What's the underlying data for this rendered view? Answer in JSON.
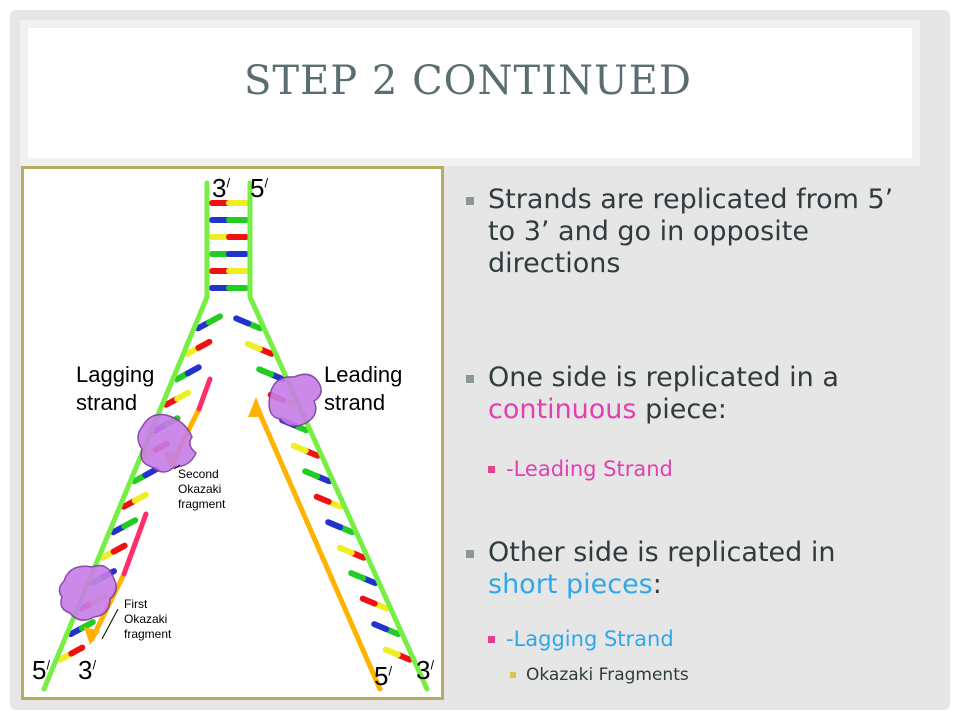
{
  "title": "STEP 2 CONTINUED",
  "figure": {
    "top_left_end": "3",
    "top_right_end": "5",
    "lagging_label_line1": "Lagging",
    "lagging_label_line2": "strand",
    "leading_label_line1": "Leading",
    "leading_label_line2": "strand",
    "second_frag_line1": "Second",
    "second_frag_line2": "Okazaki",
    "second_frag_line3": "fragment",
    "first_frag_line1": "First",
    "first_frag_line2": "Okazaki",
    "first_frag_line3": "fragment",
    "bottom_left_a": "5",
    "bottom_left_b": "3",
    "bottom_right_a": "5",
    "bottom_right_b": "3",
    "prime_mark": "/",
    "colors": {
      "backbone": "#77ee44",
      "new_strand": "#ffb300",
      "primer": "#ff2d6a",
      "enzyme": "#c77de8",
      "base_red": "#ee1111",
      "base_blue": "#2233cc",
      "base_yellow": "#eeee22",
      "base_green": "#22cc22"
    }
  },
  "bullets": [
    {
      "text": "Strands are replicated from 5’ to 3’ and go in opposite directions"
    },
    {
      "pre": "One side is replicated in a ",
      "highlight": "continuous",
      "post": " piece:"
    },
    {
      "sub": "-Leading Strand"
    },
    {
      "pre": "Other side is replicated in ",
      "highlight": "short pieces",
      "post": ":"
    },
    {
      "sub": "-Lagging Strand"
    },
    {
      "subsub": "Okazaki Fragments"
    }
  ]
}
